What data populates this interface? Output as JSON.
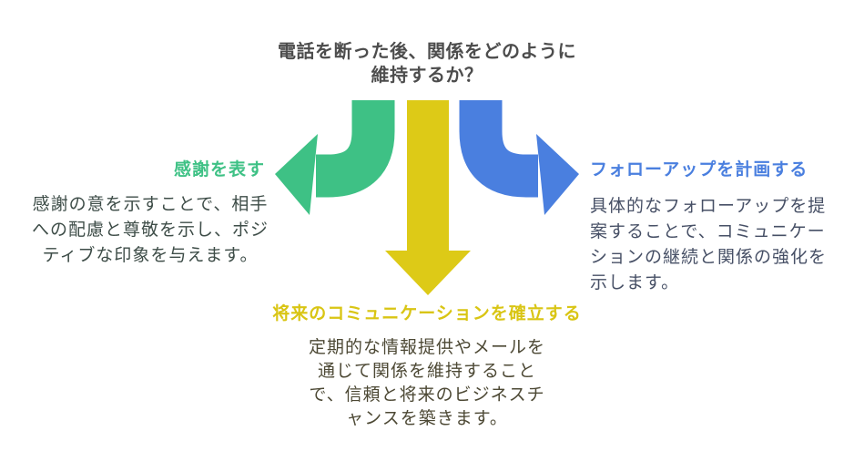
{
  "page": {
    "background_color": "#ffffff",
    "type": "branching-diagram"
  },
  "title": {
    "text": "電話を断った後、関係をどのように\n維持するか？",
    "color": "#4d4d4d"
  },
  "branches": {
    "left": {
      "heading": "感謝を表す",
      "body": "感謝の意を示すことで、相手\nへの配慮と尊敬を示し、ポジ\nティブな印象を与えます。",
      "accent": "#3ec185",
      "body_color": "#3e4d48",
      "arrow": "curved-left-arrow"
    },
    "bottom": {
      "heading": "将来のコミュニケーションを確立する",
      "body": "定期的な情報提供やメールを\n通じて関係を維持すること\nで、信頼と将来のビジネスチ\nャンスを築きます。",
      "accent": "#ddca17",
      "body_color": "#4d4935",
      "arrow": "straight-down-arrow"
    },
    "right": {
      "heading": "フォローアップを計画する",
      "body": "具体的なフォローアップを提\n案することで、コミュニケー\nションの継続と関係の強化を\n示します。",
      "accent": "#4a7fdf",
      "body_color": "#475066",
      "arrow": "curved-right-arrow"
    }
  }
}
